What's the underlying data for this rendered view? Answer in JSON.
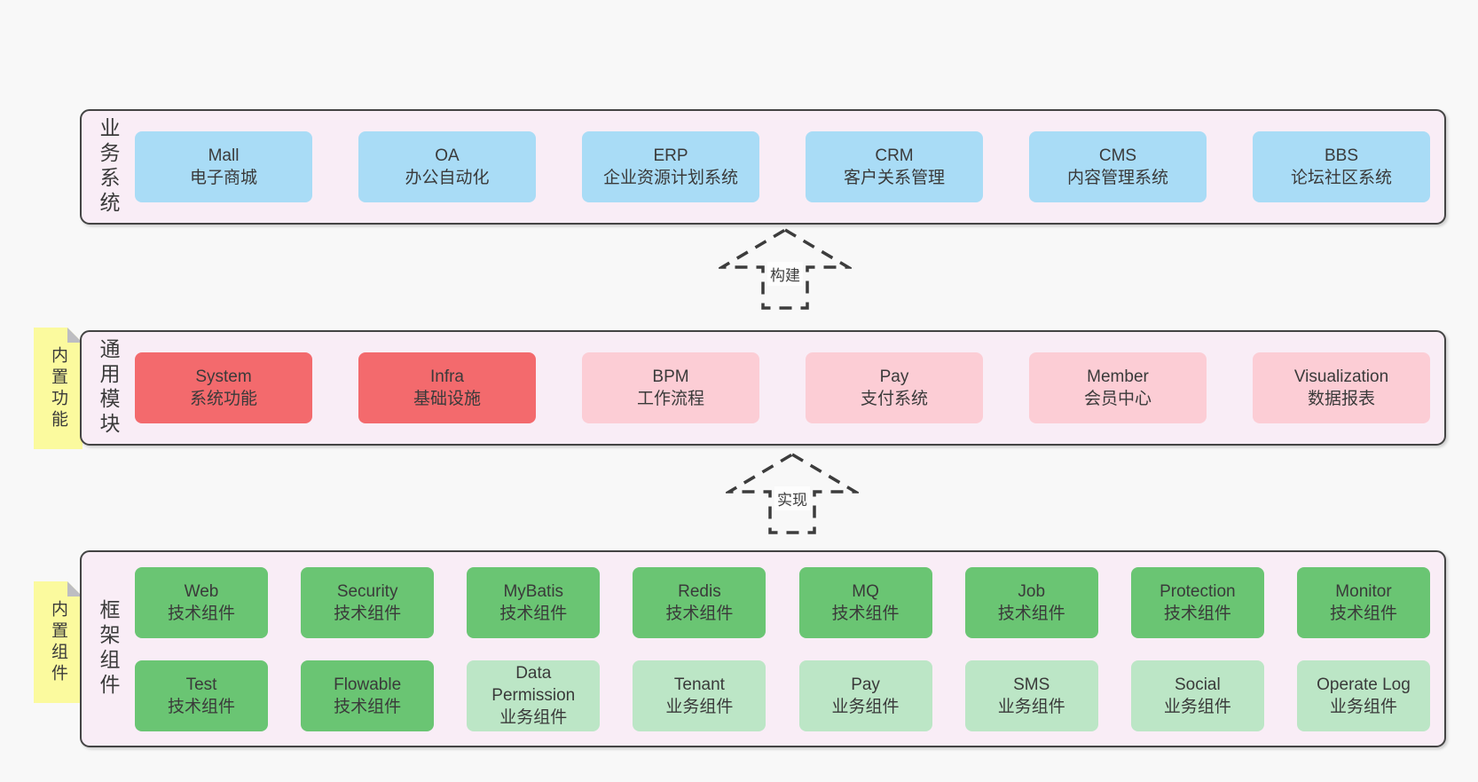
{
  "colors": {
    "page_bg": "#f8f8f8",
    "panel_bg": "#f9edf6",
    "panel_border": "#444444",
    "blue_box": "#a9dcf6",
    "red_box": "#f36a6d",
    "pink_box": "#fccdd5",
    "green_box": "#6ac573",
    "light_green_box": "#bce6c6",
    "sticky_yellow": "#fbfa9e",
    "text": "#3a3a3a"
  },
  "arrows": {
    "build": "构建",
    "implement": "实现"
  },
  "sections": {
    "business": {
      "side_label": "业务系统",
      "boxes": [
        {
          "title": "Mall",
          "subtitle": "电子商城"
        },
        {
          "title": "OA",
          "subtitle": "办公自动化"
        },
        {
          "title": "ERP",
          "subtitle": "企业资源计划系统"
        },
        {
          "title": "CRM",
          "subtitle": "客户关系管理"
        },
        {
          "title": "CMS",
          "subtitle": "内容管理系统"
        },
        {
          "title": "BBS",
          "subtitle": "论坛社区系统"
        }
      ]
    },
    "modules": {
      "side_label": "通用模块",
      "sticky_label": "内置功能",
      "boxes": [
        {
          "title": "System",
          "subtitle": "系统功能",
          "variant": "red"
        },
        {
          "title": "Infra",
          "subtitle": "基础设施",
          "variant": "red"
        },
        {
          "title": "BPM",
          "subtitle": "工作流程",
          "variant": "pink"
        },
        {
          "title": "Pay",
          "subtitle": "支付系统",
          "variant": "pink"
        },
        {
          "title": "Member",
          "subtitle": "会员中心",
          "variant": "pink"
        },
        {
          "title": "Visualization",
          "subtitle": "数据报表",
          "variant": "pink"
        }
      ]
    },
    "framework": {
      "side_label": "框架组件",
      "sticky_label": "内置组件",
      "row1": [
        {
          "title": "Web",
          "subtitle": "技术组件",
          "variant": "green"
        },
        {
          "title": "Security",
          "subtitle": "技术组件",
          "variant": "green"
        },
        {
          "title": "MyBatis",
          "subtitle": "技术组件",
          "variant": "green"
        },
        {
          "title": "Redis",
          "subtitle": "技术组件",
          "variant": "green"
        },
        {
          "title": "MQ",
          "subtitle": "技术组件",
          "variant": "green"
        },
        {
          "title": "Job",
          "subtitle": "技术组件",
          "variant": "green"
        },
        {
          "title": "Protection",
          "subtitle": "技术组件",
          "variant": "green"
        },
        {
          "title": "Monitor",
          "subtitle": "技术组件",
          "variant": "green"
        }
      ],
      "row2": [
        {
          "title": "Test",
          "subtitle": "技术组件",
          "variant": "green"
        },
        {
          "title": "Flowable",
          "subtitle": "技术组件",
          "variant": "green"
        },
        {
          "title": "Data Permission",
          "subtitle": "业务组件",
          "variant": "light-green"
        },
        {
          "title": "Tenant",
          "subtitle": "业务组件",
          "variant": "light-green"
        },
        {
          "title": "Pay",
          "subtitle": "业务组件",
          "variant": "light-green"
        },
        {
          "title": "SMS",
          "subtitle": "业务组件",
          "variant": "light-green"
        },
        {
          "title": "Social",
          "subtitle": "业务组件",
          "variant": "light-green"
        },
        {
          "title": "Operate Log",
          "subtitle": "业务组件",
          "variant": "light-green"
        }
      ]
    }
  }
}
